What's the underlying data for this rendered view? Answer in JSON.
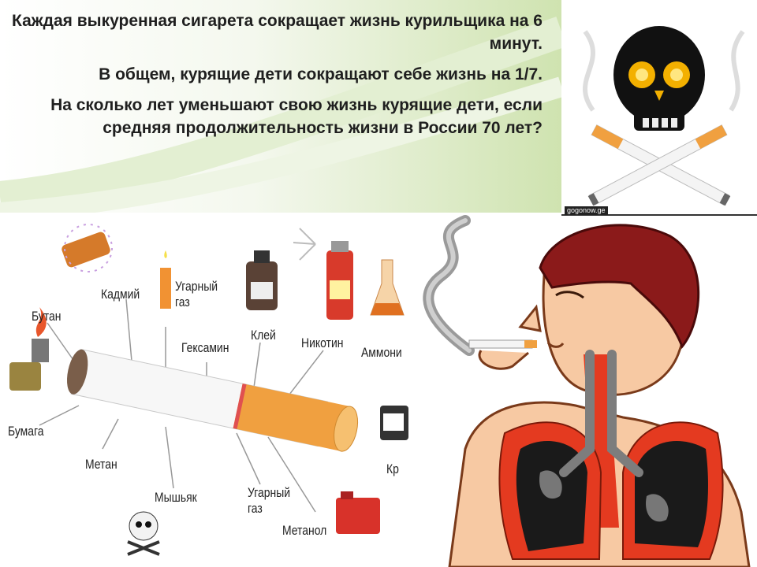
{
  "slide": {
    "paragraphs": [
      "Каждая выкуренная сигарета сокращает жизнь курильщика на 6 минут.",
      "В общем, курящие дети сокращают себе жизнь на 1/7.",
      "На сколько лет уменьшают свою жизнь курящие дети, если средняя продолжительность жизни в России  70 лет?"
    ],
    "watermark": "gogonow.ge"
  },
  "cigarette_labels": {
    "cadmium": "Кадмий",
    "carbon_monoxide_top_1": "Угарный",
    "carbon_monoxide_top_2": "газ",
    "glue": "Клей",
    "nicotine": "Никотин",
    "ammonia": "Аммони",
    "butane": "Бутан",
    "hexamine": "Гексамин",
    "paper": "Бумага",
    "methane": "Метан",
    "arsenic": "Мышьяк",
    "carbon_monoxide_bottom_1": "Угарный",
    "carbon_monoxide_bottom_2": "газ",
    "methanol": "Метанол",
    "paint": "Кр"
  },
  "colors": {
    "header_green": "#cfe3b0",
    "filter_orange": "#f0a040",
    "skin": "#f7c9a3",
    "hair": "#8b1a1a",
    "lungs_red": "#e43a20",
    "lungs_black": "#1a1a1a"
  }
}
